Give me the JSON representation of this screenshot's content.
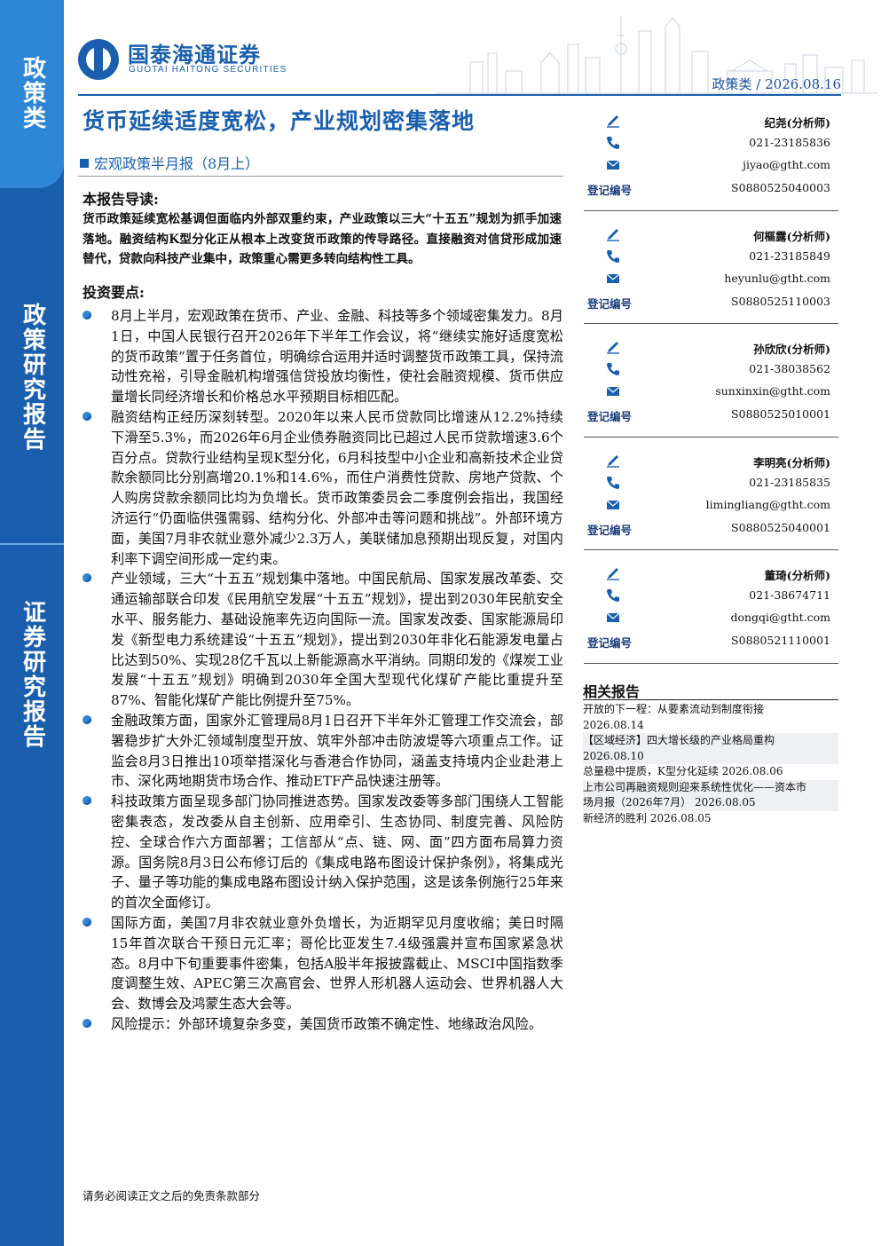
{
  "sidebar": {
    "tab1": "政策类",
    "tab2": "政策研究报告",
    "tab3": "证券研究报告"
  },
  "header": {
    "logo_cn": "国泰海通证券",
    "logo_en": "GUOTAI HAITONG SECURITIES",
    "doc_tag": "政策类 / 2026.08.16"
  },
  "title": "货币延续适度宽松，产业规划密集落地",
  "subtitle": "宏观政策半月报（8月上）",
  "guide": {
    "heading": "本报告导读:",
    "text": "货币政策延续宽松基调但面临内外部双重约束，产业政策以三大“十五五”规划为抓手加速落地。融资结构K型分化正从根本上改变货币政策的传导路径。直接融资对信贷形成加速替代，贷款向科技产业集中，政策重心需更多转向结构性工具。"
  },
  "points": {
    "heading": "投资要点:",
    "items": [
      "8月上半月，宏观政策在货币、产业、金融、科技等多个领域密集发力。8月1日，中国人民银行召开2026年下半年工作会议，将“继续实施好适度宽松的货币政策”置于任务首位，明确综合运用并适时调整货币政策工具，保持流动性充裕，引导金融机构增强信贷投放均衡性，使社会融资规模、货币供应量增长同经济增长和价格总水平预期目标相匹配。",
      "融资结构正经历深刻转型。2020年以来人民币贷款同比增速从12.2%持续下滑至5.3%，而2026年6月企业债券融资同比已超过人民币贷款增速3.6个百分点。贷款行业结构呈现K型分化，6月科技型中小企业和高新技术企业贷款余额同比分别高增20.1%和14.6%，而住户消费性贷款、房地产贷款、个人购房贷款余额同比均为负增长。货币政策委员会二季度例会指出，我国经济运行“仍面临供强需弱、结构分化、外部冲击等问题和挑战”。外部环境方面，美国7月非农就业意外减少2.3万人，美联储加息预期出现反复，对国内利率下调空间形成一定约束。",
      "产业领域，三大“十五五”规划集中落地。中国民航局、国家发展改革委、交通运输部联合印发《民用航空发展“十五五”规划》，提出到2030年民航安全水平、服务能力、基础设施率先迈向国际一流。国家发改委、国家能源局印发《新型电力系统建设“十五五”规划》，提出到2030年非化石能源发电量占比达到50%、实现28亿千瓦以上新能源高水平消纳。同期印发的《煤炭工业发展“十五五”规划》明确到2030年全国大型现代化煤矿产能比重提升至87%、智能化煤矿产能比例提升至75%。",
      "金融政策方面，国家外汇管理局8月1日召开下半年外汇管理工作交流会，部署稳步扩大外汇领域制度型开放、筑牢外部冲击防波堤等六项重点工作。证监会8月3日推出10项举措深化与香港合作协同，涵盖支持境内企业赴港上市、深化两地期货市场合作、推动ETF产品快速注册等。",
      "科技政策方面呈现多部门协同推进态势。国家发改委等多部门围绕人工智能密集表态，发改委从自主创新、应用牵引、生态协同、制度完善、风险防控、全球合作六方面部署；工信部从“点、链、网、面”四方面布局算力资源。国务院8月3日公布修订后的《集成电路布图设计保护条例》，将集成光子、量子等功能的集成电路布图设计纳入保护范围，这是该条例施行25年来的首次全面修订。",
      "国际方面，美国7月非农就业意外负增长，为近期罕见月度收缩；美日时隔15年首次联合干预日元汇率；哥伦比亚发生7.4级强震并宣布国家紧急状态。8月中下旬重要事件密集，包括A股半年报披露截止、MSCI中国指数季度调整生效、APEC第三次高官会、世界人形机器人运动会、世界机器人大会、数博会及鸿蒙生态大会等。",
      "风险提示：外部环境复杂多变，美国货币政策不确定性、地缘政治风险。"
    ]
  },
  "analysts": {
    "reg_label": "登记编号",
    "list": [
      {
        "name": "纪尧(分析师)",
        "phone": "021-23185836",
        "email": "jiyao@gtht.com",
        "reg": "S0880525040003"
      },
      {
        "name": "何樞露(分析师)",
        "phone": "021-23185849",
        "email": "heyunlu@gtht.com",
        "reg": "S0880525110003"
      },
      {
        "name": "孙欣欣(分析师)",
        "phone": "021-38038562",
        "email": "sunxinxin@gtht.com",
        "reg": "S0880525010001"
      },
      {
        "name": "李明亮(分析师)",
        "phone": "021-23185835",
        "email": "limingliang@gtht.com",
        "reg": "S0880525040001"
      },
      {
        "name": "董琦(分析师)",
        "phone": "021-38674711",
        "email": "dongqi@gtht.com",
        "reg": "S0880521110001"
      }
    ]
  },
  "related": {
    "heading": "相关报告",
    "lines": [
      "开放的下一程：从要素流动到制度衔接",
      "2026.08.14",
      "【区域经济】四大增长级的产业格局重构",
      "2026.08.10",
      "总量稳中提质，K型分化延续 2026.08.06",
      "上市公司再融资规则迎来系统性优化——资本市",
      "场月报（2026年7月） 2026.08.05",
      "新经济的胜利 2026.08.05"
    ]
  },
  "footer": "请务必阅读正文之后的免责条款部分",
  "colors": {
    "brand": "#1a5fae",
    "accent": "#2e86d6"
  }
}
